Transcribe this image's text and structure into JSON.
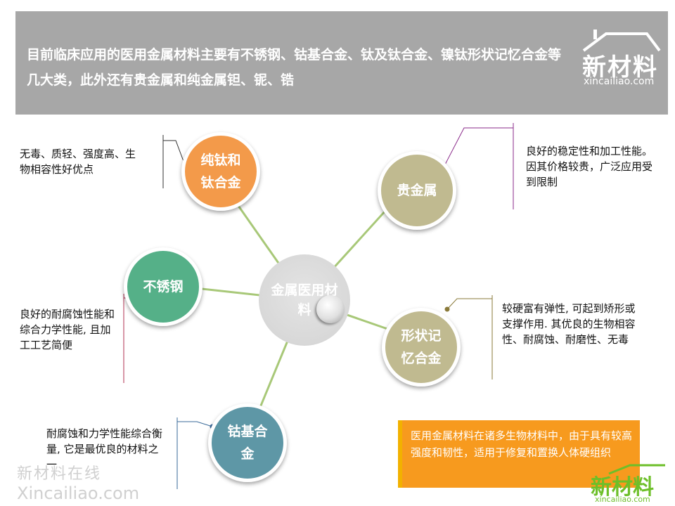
{
  "header": {
    "text": "目前临床应用的医用金属材料主要有不锈钢、钴基合金、钛及钛合金、镍钛形状记忆合金等几大类，此外还有贵金属和纯金属钽、铌、锆"
  },
  "logo": {
    "name": "新材料",
    "url": "xincailiao.com"
  },
  "center": {
    "label": "金属医用材料"
  },
  "nodes": [
    {
      "label": "纯钛和钛合金",
      "color": "#f39a4a",
      "description": "无毒、质轻、强度高、生物相容性好优点"
    },
    {
      "label": "贵金属",
      "color": "#c0ba90",
      "description": "良好的稳定性和加工性能。因其价格较贵，广泛应用受到限制"
    },
    {
      "label": "不锈钢",
      "color": "#55b088",
      "description": "良好的耐腐蚀性能和综合力学性能, 且加工工艺简便"
    },
    {
      "label": "形状记忆合金",
      "color": "#c0ba90",
      "description": "较硬富有弹性, 可起到矫形或支撑作用. 其优良的生物相容性、耐腐蚀、耐磨性、无毒"
    },
    {
      "label": "钴基合金",
      "color": "#5e97a6",
      "description": "耐腐蚀和力学性能综合衡量, 它是最优良的材料之一"
    }
  ],
  "note": {
    "text": "医用金属材料在诸多生物材料中，由于具有较高强度和韧性，适用于修复和置换人体硬组织"
  },
  "watermark": {
    "name": "新材料在线",
    "url": "Xincailiao.com"
  },
  "colors": {
    "banner": "#a7a7a7",
    "connector": "#a8c878",
    "note": "#f79a1e",
    "logo_green": "#6dbf29"
  }
}
